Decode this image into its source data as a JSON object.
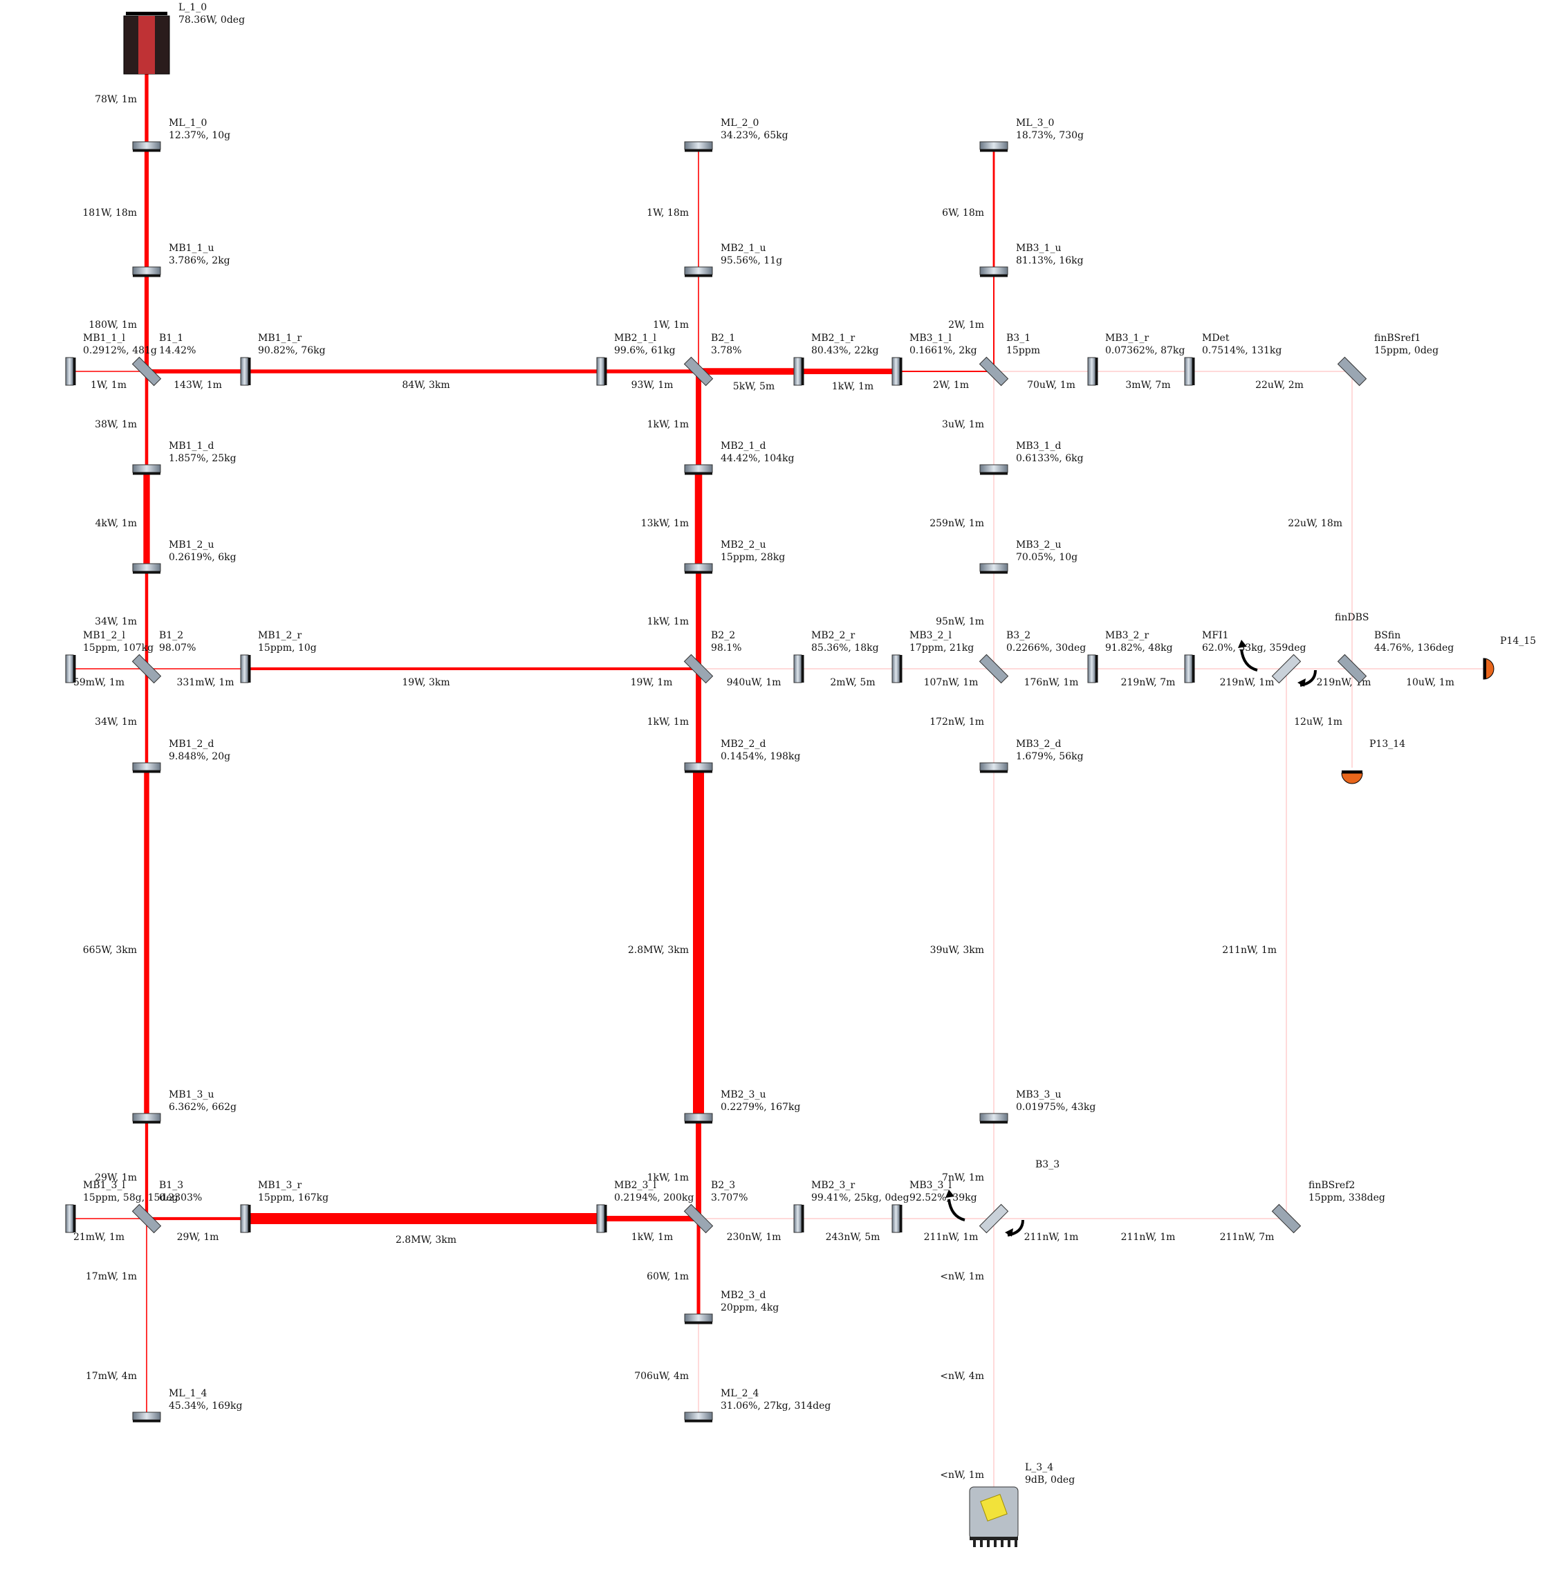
{
  "colors": {
    "beam": "#ff0000",
    "beam_faint": "#ffb4b4",
    "optic_fill": "#9aa6b2",
    "optic_edge": "#111111",
    "laser_body": "#2a1c1c",
    "laser_stripe": "#d9363a",
    "detector_fill": "#e8661c",
    "squeezer_fill": "#b8c0c8",
    "squeezer_crystal": "#f2e23a"
  },
  "components": {
    "L_1_0": {
      "name": "L_1_0",
      "params": "78.36W, 0deg",
      "type": "laser"
    },
    "ML_1_0": {
      "name": "ML_1_0",
      "params": "12.37%, 10g",
      "type": "mirror-h"
    },
    "MB1_1_u": {
      "name": "MB1_1_u",
      "params": "3.786%, 2kg",
      "type": "mirror-h"
    },
    "MB1_1_l": {
      "name": "MB1_1_l",
      "params": "0.2912%, 481g",
      "type": "mirror-v"
    },
    "B1_1": {
      "name": "B1_1",
      "params": "14.42%",
      "type": "bs"
    },
    "MB1_1_r": {
      "name": "MB1_1_r",
      "params": "90.82%, 76kg",
      "type": "mirror-v"
    },
    "MB1_1_d": {
      "name": "MB1_1_d",
      "params": "1.857%, 25kg",
      "type": "mirror-h"
    },
    "MB1_2_u": {
      "name": "MB1_2_u",
      "params": "0.2619%, 6kg",
      "type": "mirror-h"
    },
    "MB1_2_l": {
      "name": "MB1_2_l",
      "params": "15ppm, 107kg",
      "type": "mirror-v"
    },
    "B1_2": {
      "name": "B1_2",
      "params": "98.07%",
      "type": "bs"
    },
    "MB1_2_r": {
      "name": "MB1_2_r",
      "params": "15ppm, 10g",
      "type": "mirror-v"
    },
    "MB1_2_d": {
      "name": "MB1_2_d",
      "params": "9.848%, 20g",
      "type": "mirror-h"
    },
    "MB1_3_u": {
      "name": "MB1_3_u",
      "params": "6.362%, 662g",
      "type": "mirror-h"
    },
    "MB1_3_l": {
      "name": "MB1_3_l",
      "params": "15ppm, 58g, 15deg",
      "type": "mirror-v"
    },
    "B1_3": {
      "name": "B1_3",
      "params": "0.2303%",
      "type": "bs"
    },
    "MB1_3_r": {
      "name": "MB1_3_r",
      "params": "15ppm, 167kg",
      "type": "mirror-v"
    },
    "ML_1_4": {
      "name": "ML_1_4",
      "params": "45.34%, 169kg",
      "type": "mirror-h"
    },
    "ML_2_0": {
      "name": "ML_2_0",
      "params": "34.23%, 65kg",
      "type": "mirror-h"
    },
    "MB2_1_u": {
      "name": "MB2_1_u",
      "params": "95.56%, 11g",
      "type": "mirror-h"
    },
    "MB2_1_l": {
      "name": "MB2_1_l",
      "params": "99.6%, 61kg",
      "type": "mirror-v"
    },
    "B2_1": {
      "name": "B2_1",
      "params": "3.78%",
      "type": "bs"
    },
    "MB2_1_r": {
      "name": "MB2_1_r",
      "params": "80.43%, 22kg",
      "type": "mirror-v"
    },
    "MB2_1_d": {
      "name": "MB2_1_d",
      "params": "44.42%, 104kg",
      "type": "mirror-h"
    },
    "MB2_2_u": {
      "name": "MB2_2_u",
      "params": "15ppm, 28kg",
      "type": "mirror-h"
    },
    "B2_2": {
      "name": "B2_2",
      "params": "98.1%",
      "type": "bs"
    },
    "MB2_2_r": {
      "name": "MB2_2_r",
      "params": "85.36%, 18kg",
      "type": "mirror-v"
    },
    "MB2_2_d": {
      "name": "MB2_2_d",
      "params": "0.1454%, 198kg",
      "type": "mirror-h"
    },
    "MB2_3_u": {
      "name": "MB2_3_u",
      "params": "0.2279%, 167kg",
      "type": "mirror-h"
    },
    "MB2_3_l": {
      "name": "MB2_3_l",
      "params": "0.2194%, 200kg",
      "type": "mirror-v"
    },
    "B2_3": {
      "name": "B2_3",
      "params": "3.707%",
      "type": "bs"
    },
    "MB2_3_r": {
      "name": "MB2_3_r",
      "params": "99.41%, 25kg, 0deg",
      "type": "mirror-v"
    },
    "MB2_3_d": {
      "name": "MB2_3_d",
      "params": "20ppm, 4kg",
      "type": "mirror-h"
    },
    "ML_2_4": {
      "name": "ML_2_4",
      "params": "31.06%, 27kg, 314deg",
      "type": "mirror-h"
    },
    "ML_3_0": {
      "name": "ML_3_0",
      "params": "18.73%, 730g",
      "type": "mirror-h"
    },
    "MB3_1_u": {
      "name": "MB3_1_u",
      "params": "81.13%, 16kg",
      "type": "mirror-h"
    },
    "MB3_1_l": {
      "name": "MB3_1_l",
      "params": "0.1661%, 2kg",
      "type": "mirror-v"
    },
    "B3_1": {
      "name": "B3_1",
      "params": "15ppm",
      "type": "bs"
    },
    "MB3_1_r": {
      "name": "MB3_1_r",
      "params": "0.07362%, 87kg",
      "type": "mirror-v"
    },
    "MDet": {
      "name": "MDet",
      "params": "0.7514%, 131kg",
      "type": "mirror-v"
    },
    "finBSref1": {
      "name": "finBSref1",
      "params": "15ppm, 0deg",
      "type": "bs"
    },
    "MB3_1_d": {
      "name": "MB3_1_d",
      "params": "0.6133%, 6kg",
      "type": "mirror-h"
    },
    "MB3_2_u": {
      "name": "MB3_2_u",
      "params": "70.05%, 10g",
      "type": "mirror-h"
    },
    "MB3_2_l": {
      "name": "MB3_2_l",
      "params": "17ppm, 21kg",
      "type": "mirror-v"
    },
    "B3_2": {
      "name": "B3_2",
      "params": "0.2266%, 30deg",
      "type": "bs"
    },
    "MB3_2_r": {
      "name": "MB3_2_r",
      "params": "91.82%, 48kg",
      "type": "mirror-v"
    },
    "MFI1": {
      "name": "MFI1",
      "params": "62.0%, 33kg, 359deg",
      "type": "mirror-v"
    },
    "finDBS": {
      "name": "finDBS",
      "params": "",
      "type": "dbs"
    },
    "BSfin": {
      "name": "BSfin",
      "params": "44.76%, 136deg",
      "type": "bs"
    },
    "P14_15": {
      "name": "P14_15",
      "params": "",
      "type": "detector-r"
    },
    "P13_14": {
      "name": "P13_14",
      "params": "",
      "type": "detector-d"
    },
    "MB3_2_d": {
      "name": "MB3_2_d",
      "params": "1.679%, 56kg",
      "type": "mirror-h"
    },
    "MB3_3_u": {
      "name": "MB3_3_u",
      "params": "0.01975%, 43kg",
      "type": "mirror-h"
    },
    "MB3_3_l": {
      "name": "MB3_3_l",
      "params": "92.52%, 39kg",
      "type": "mirror-v"
    },
    "B3_3": {
      "name": "B3_3",
      "params": "",
      "type": "dbs"
    },
    "finBSref2": {
      "name": "finBSref2",
      "params": "15ppm, 338deg",
      "type": "bs"
    },
    "L_3_4": {
      "name": "L_3_4",
      "params": "9dB, 0deg",
      "type": "squeezer"
    }
  },
  "beams": [
    {
      "label": "78W, 1m",
      "power_w": 78
    },
    {
      "label": "181W, 18m",
      "power_w": 181
    },
    {
      "label": "180W, 1m",
      "power_w": 180
    },
    {
      "label": "1W, 1m",
      "power_w": 1
    },
    {
      "label": "143W, 1m",
      "power_w": 143
    },
    {
      "label": "84W, 3km",
      "power_w": 84
    },
    {
      "label": "38W, 1m",
      "power_w": 38
    },
    {
      "label": "4kW, 1m",
      "power_w": 4000
    },
    {
      "label": "34W, 1m",
      "power_w": 34
    },
    {
      "label": "59mW, 1m",
      "power_w": 0.059
    },
    {
      "label": "331mW, 1m",
      "power_w": 0.331
    },
    {
      "label": "19W, 3km",
      "power_w": 19
    },
    {
      "label": "34W, 1m",
      "power_w": 34
    },
    {
      "label": "665W, 3km",
      "power_w": 665
    },
    {
      "label": "29W, 1m",
      "power_w": 29
    },
    {
      "label": "21mW, 1m",
      "power_w": 0.021
    },
    {
      "label": "29W, 1m",
      "power_w": 29
    },
    {
      "label": "2.8MW, 3km",
      "power_w": 2800000
    },
    {
      "label": "17mW, 1m",
      "power_w": 0.017
    },
    {
      "label": "17mW, 4m",
      "power_w": 0.017
    },
    {
      "label": "1W, 18m",
      "power_w": 1
    },
    {
      "label": "1W, 1m",
      "power_w": 1
    },
    {
      "label": "93W, 1m",
      "power_w": 93
    },
    {
      "label": "1kW, 1m",
      "power_w": 1000
    },
    {
      "label": "5kW, 5m",
      "power_w": 5000
    },
    {
      "label": "1kW, 1m",
      "power_w": 1000
    },
    {
      "label": "13kW, 1m",
      "power_w": 13000
    },
    {
      "label": "1kW, 1m",
      "power_w": 1000
    },
    {
      "label": "19W, 1m",
      "power_w": 19
    },
    {
      "label": "940uW, 1m",
      "power_w": 0.00094
    },
    {
      "label": "2mW, 5m",
      "power_w": 0.002
    },
    {
      "label": "1kW, 1m",
      "power_w": 1000
    },
    {
      "label": "2.8MW, 3km",
      "power_w": 2800000
    },
    {
      "label": "1kW, 1m",
      "power_w": 1000
    },
    {
      "label": "1kW, 1m",
      "power_w": 1000
    },
    {
      "label": "230nW, 1m",
      "power_w": 2.3e-07
    },
    {
      "label": "243nW, 5m",
      "power_w": 2.43e-07
    },
    {
      "label": "60W, 1m",
      "power_w": 60
    },
    {
      "label": "706uW, 4m",
      "power_w": 0.000706
    },
    {
      "label": "6W, 18m",
      "power_w": 6
    },
    {
      "label": "2W, 1m",
      "power_w": 2
    },
    {
      "label": "2W, 1m",
      "power_w": 2
    },
    {
      "label": "70uW, 1m",
      "power_w": 7e-05
    },
    {
      "label": "3mW, 7m",
      "power_w": 0.003
    },
    {
      "label": "22uW, 2m",
      "power_w": 2.2e-05
    },
    {
      "label": "3uW, 1m",
      "power_w": 3e-06
    },
    {
      "label": "259nW, 1m",
      "power_w": 2.59e-07
    },
    {
      "label": "95nW, 1m",
      "power_w": 9.5e-08
    },
    {
      "label": "107nW, 1m",
      "power_w": 1.07e-07
    },
    {
      "label": "176nW, 1m",
      "power_w": 1.76e-07
    },
    {
      "label": "219nW, 7m",
      "power_w": 2.19e-07
    },
    {
      "label": "219nW, 1m",
      "power_w": 2.19e-07
    },
    {
      "label": "219nW, 1m",
      "power_w": 2.19e-07
    },
    {
      "label": "10uW, 1m",
      "power_w": 1e-05
    },
    {
      "label": "22uW, 18m",
      "power_w": 2.2e-05
    },
    {
      "label": "12uW, 1m",
      "power_w": 1.2e-05
    },
    {
      "label": "172nW, 1m",
      "power_w": 1.72e-07
    },
    {
      "label": "39uW, 3km",
      "power_w": 3.9e-05
    },
    {
      "label": "211nW, 1m",
      "power_w": 2.11e-07
    },
    {
      "label": "7nW, 1m",
      "power_w": 7e-09
    },
    {
      "label": "211nW, 1m",
      "power_w": 2.11e-07
    },
    {
      "label": "211nW, 1m",
      "power_w": 2.11e-07
    },
    {
      "label": "211nW, 7m",
      "power_w": 2.11e-07
    },
    {
      "label": "211nW, 1m",
      "power_w": 2.11e-07
    },
    {
      "label": "<nW, 1m",
      "power_w": 1e-10
    },
    {
      "label": "<nW, 4m",
      "power_w": 1e-10
    },
    {
      "label": "<nW, 1m",
      "power_w": 1e-10
    }
  ]
}
